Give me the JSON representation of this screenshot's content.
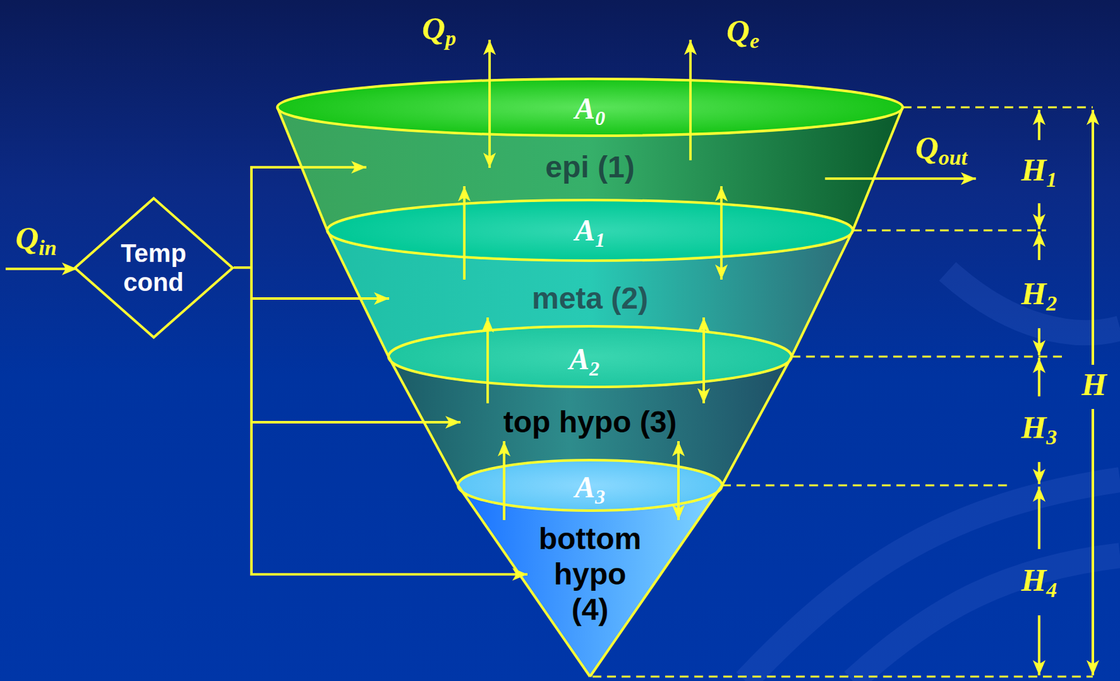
{
  "diagram": {
    "nodes": [
      {
        "text": [
          "Temp cond"
        ]
      },
      {
        "text": [
          "epi (1)"
        ]
      },
      {
        "text": [
          "meta (2)"
        ]
      },
      {
        "text": [
          "top hypo (3)"
        ]
      },
      {
        "text": [
          "bottom hypo (4)"
        ]
      }
    ],
    "edges": [
      {
        "from": 0,
        "to": 1,
        "arrow": "to"
      },
      {
        "from": 0,
        "to": 2,
        "arrow": "to"
      },
      {
        "from": 0,
        "to": 3,
        "arrow": "to"
      },
      {
        "from": 0,
        "to": 4,
        "arrow": "to"
      },
      {
        "from": 2,
        "to": 1,
        "arrow": "to"
      },
      {
        "from": 1,
        "to": 2,
        "arrow": "both"
      },
      {
        "from": 3,
        "to": 2,
        "arrow": "to"
      },
      {
        "from": 2,
        "to": 3,
        "arrow": "both"
      },
      {
        "from": 4,
        "to": 3,
        "arrow": "to"
      },
      {
        "from": 3,
        "to": 4,
        "arrow": "both"
      }
    ],
    "labels": [
      "Qp",
      "Qe",
      "A0",
      "Qout",
      "H1",
      "Qin",
      "A1",
      "H2",
      "A2",
      "H",
      "H3",
      "A3",
      "H4"
    ]
  }
}
